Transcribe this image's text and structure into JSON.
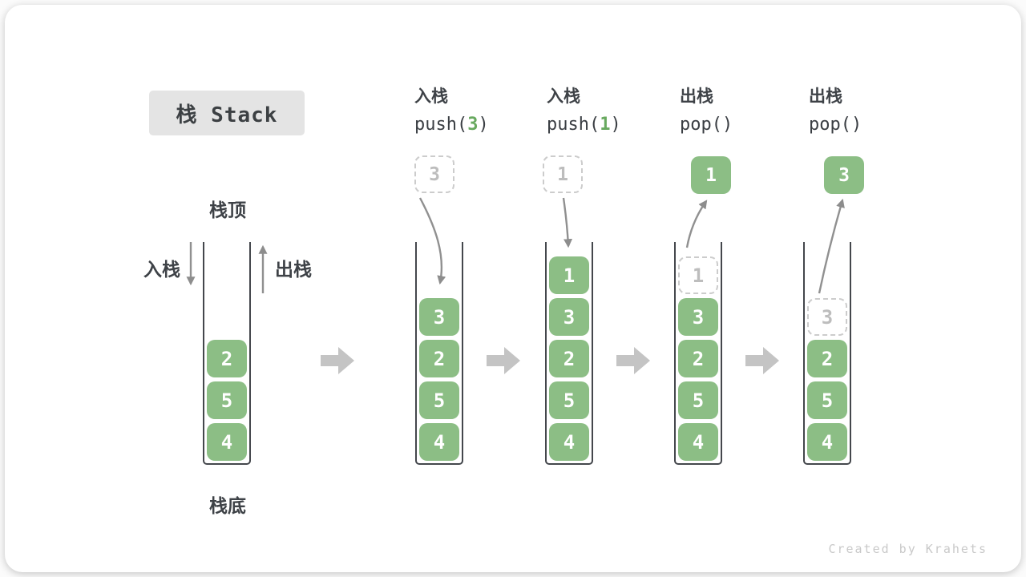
{
  "title": "栈 Stack",
  "watermark": "Created by Krahets",
  "first_column": {
    "top_label": "栈顶",
    "bottom_label": "栈底",
    "push_arrow_label": "入栈",
    "pop_arrow_label": "出栈"
  },
  "colors": {
    "cell_green": "#8cbe85",
    "arg_green": "#68a95f",
    "block_arrow": "#c4c4c4",
    "thin_arrow": "#909090",
    "ghost_border": "#cccccc",
    "ghost_text": "#bdbdbd",
    "title_bg": "#e4e4e4",
    "text_dark": "#3e4247"
  },
  "steps": [
    {
      "name": "initial",
      "label": "",
      "code_pre": "",
      "code_arg": "",
      "code_post": "",
      "cells": [
        "2",
        "5",
        "4"
      ]
    },
    {
      "name": "push-3",
      "label": "入栈",
      "code_pre": "push(",
      "code_arg": "3",
      "code_post": ")",
      "float": "3",
      "cells": [
        "3",
        "2",
        "5",
        "4"
      ]
    },
    {
      "name": "push-1",
      "label": "入栈",
      "code_pre": "push(",
      "code_arg": "1",
      "code_post": ")",
      "float": "1",
      "cells": [
        "1",
        "3",
        "2",
        "5",
        "4"
      ]
    },
    {
      "name": "pop-1",
      "label": "出栈",
      "code_pre": "pop(",
      "code_arg": "",
      "code_post": ")",
      "float": "1",
      "ghost": "1",
      "cells": [
        "3",
        "2",
        "5",
        "4"
      ]
    },
    {
      "name": "pop-3",
      "label": "出栈",
      "code_pre": "pop(",
      "code_arg": "",
      "code_post": ")",
      "float": "3",
      "ghost": "3",
      "cells": [
        "2",
        "5",
        "4"
      ]
    }
  ]
}
